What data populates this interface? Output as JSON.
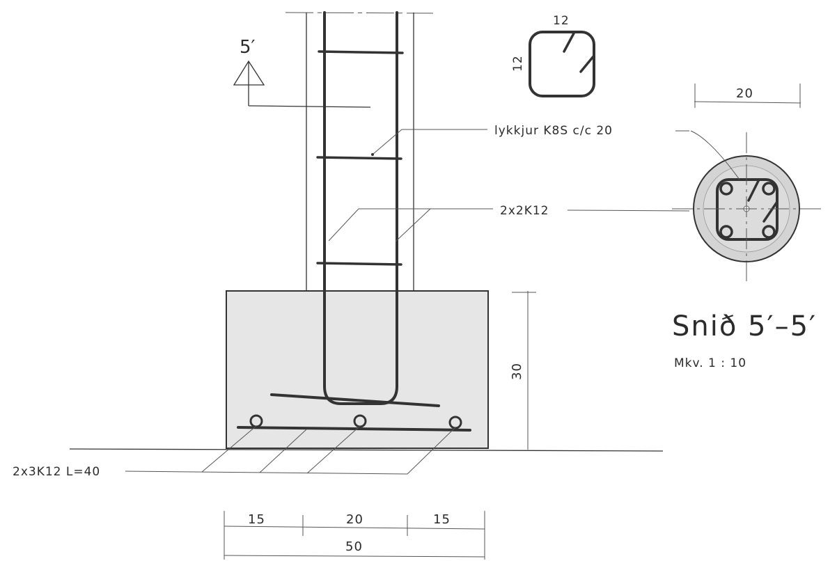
{
  "section_mark": "5′",
  "stirrup_dim_top": "12",
  "stirrup_dim_side": "12",
  "label_stirrups": "lykkjur K8S c/c 20",
  "label_vertical_bars": "2x2K12",
  "label_bottom_bars": "2x3K12 L=40",
  "dim_height": "30",
  "dim_left": "15",
  "dim_middle": "20",
  "dim_right": "15",
  "dim_total": "50",
  "section_dim_width": "20",
  "section_title": "Snið 5′–5′",
  "section_scale": "Mkv. 1 : 10"
}
